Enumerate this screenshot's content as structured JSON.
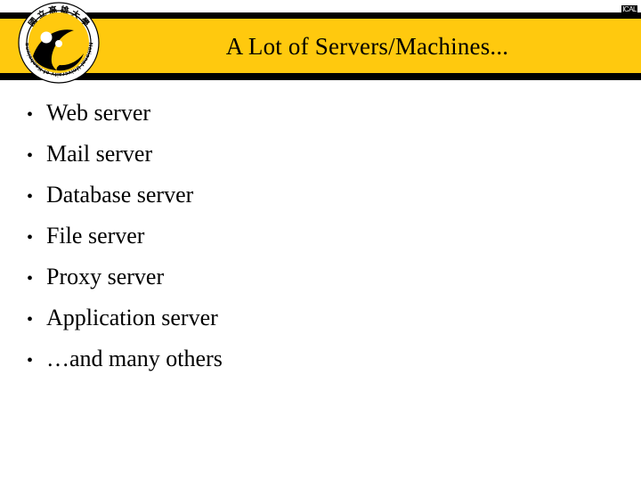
{
  "slide": {
    "title": "A Lot of Servers/Machines...",
    "corner_marker": "ICAL",
    "background_color": "#FFFFFF"
  },
  "header": {
    "band_yellow_color": "#FFC90E",
    "band_black_color": "#000000"
  },
  "logo": {
    "name": "national-university-of-kaohsiung-seal",
    "chinese_text": "國立高雄大學",
    "english_text": "National University of Kaohsiung",
    "ring_color": "#FFFFFF",
    "inner_color": "#FFC90E",
    "wave_color": "#000000"
  },
  "bullets": [
    {
      "marker": "•",
      "label": "Web server"
    },
    {
      "marker": "•",
      "label": "Mail server"
    },
    {
      "marker": "•",
      "label": "Database server"
    },
    {
      "marker": "•",
      "label": "File server"
    },
    {
      "marker": "•",
      "label": "Proxy server"
    },
    {
      "marker": "•",
      "label": "Application server"
    },
    {
      "marker": "•",
      "label": "…and many others"
    }
  ]
}
